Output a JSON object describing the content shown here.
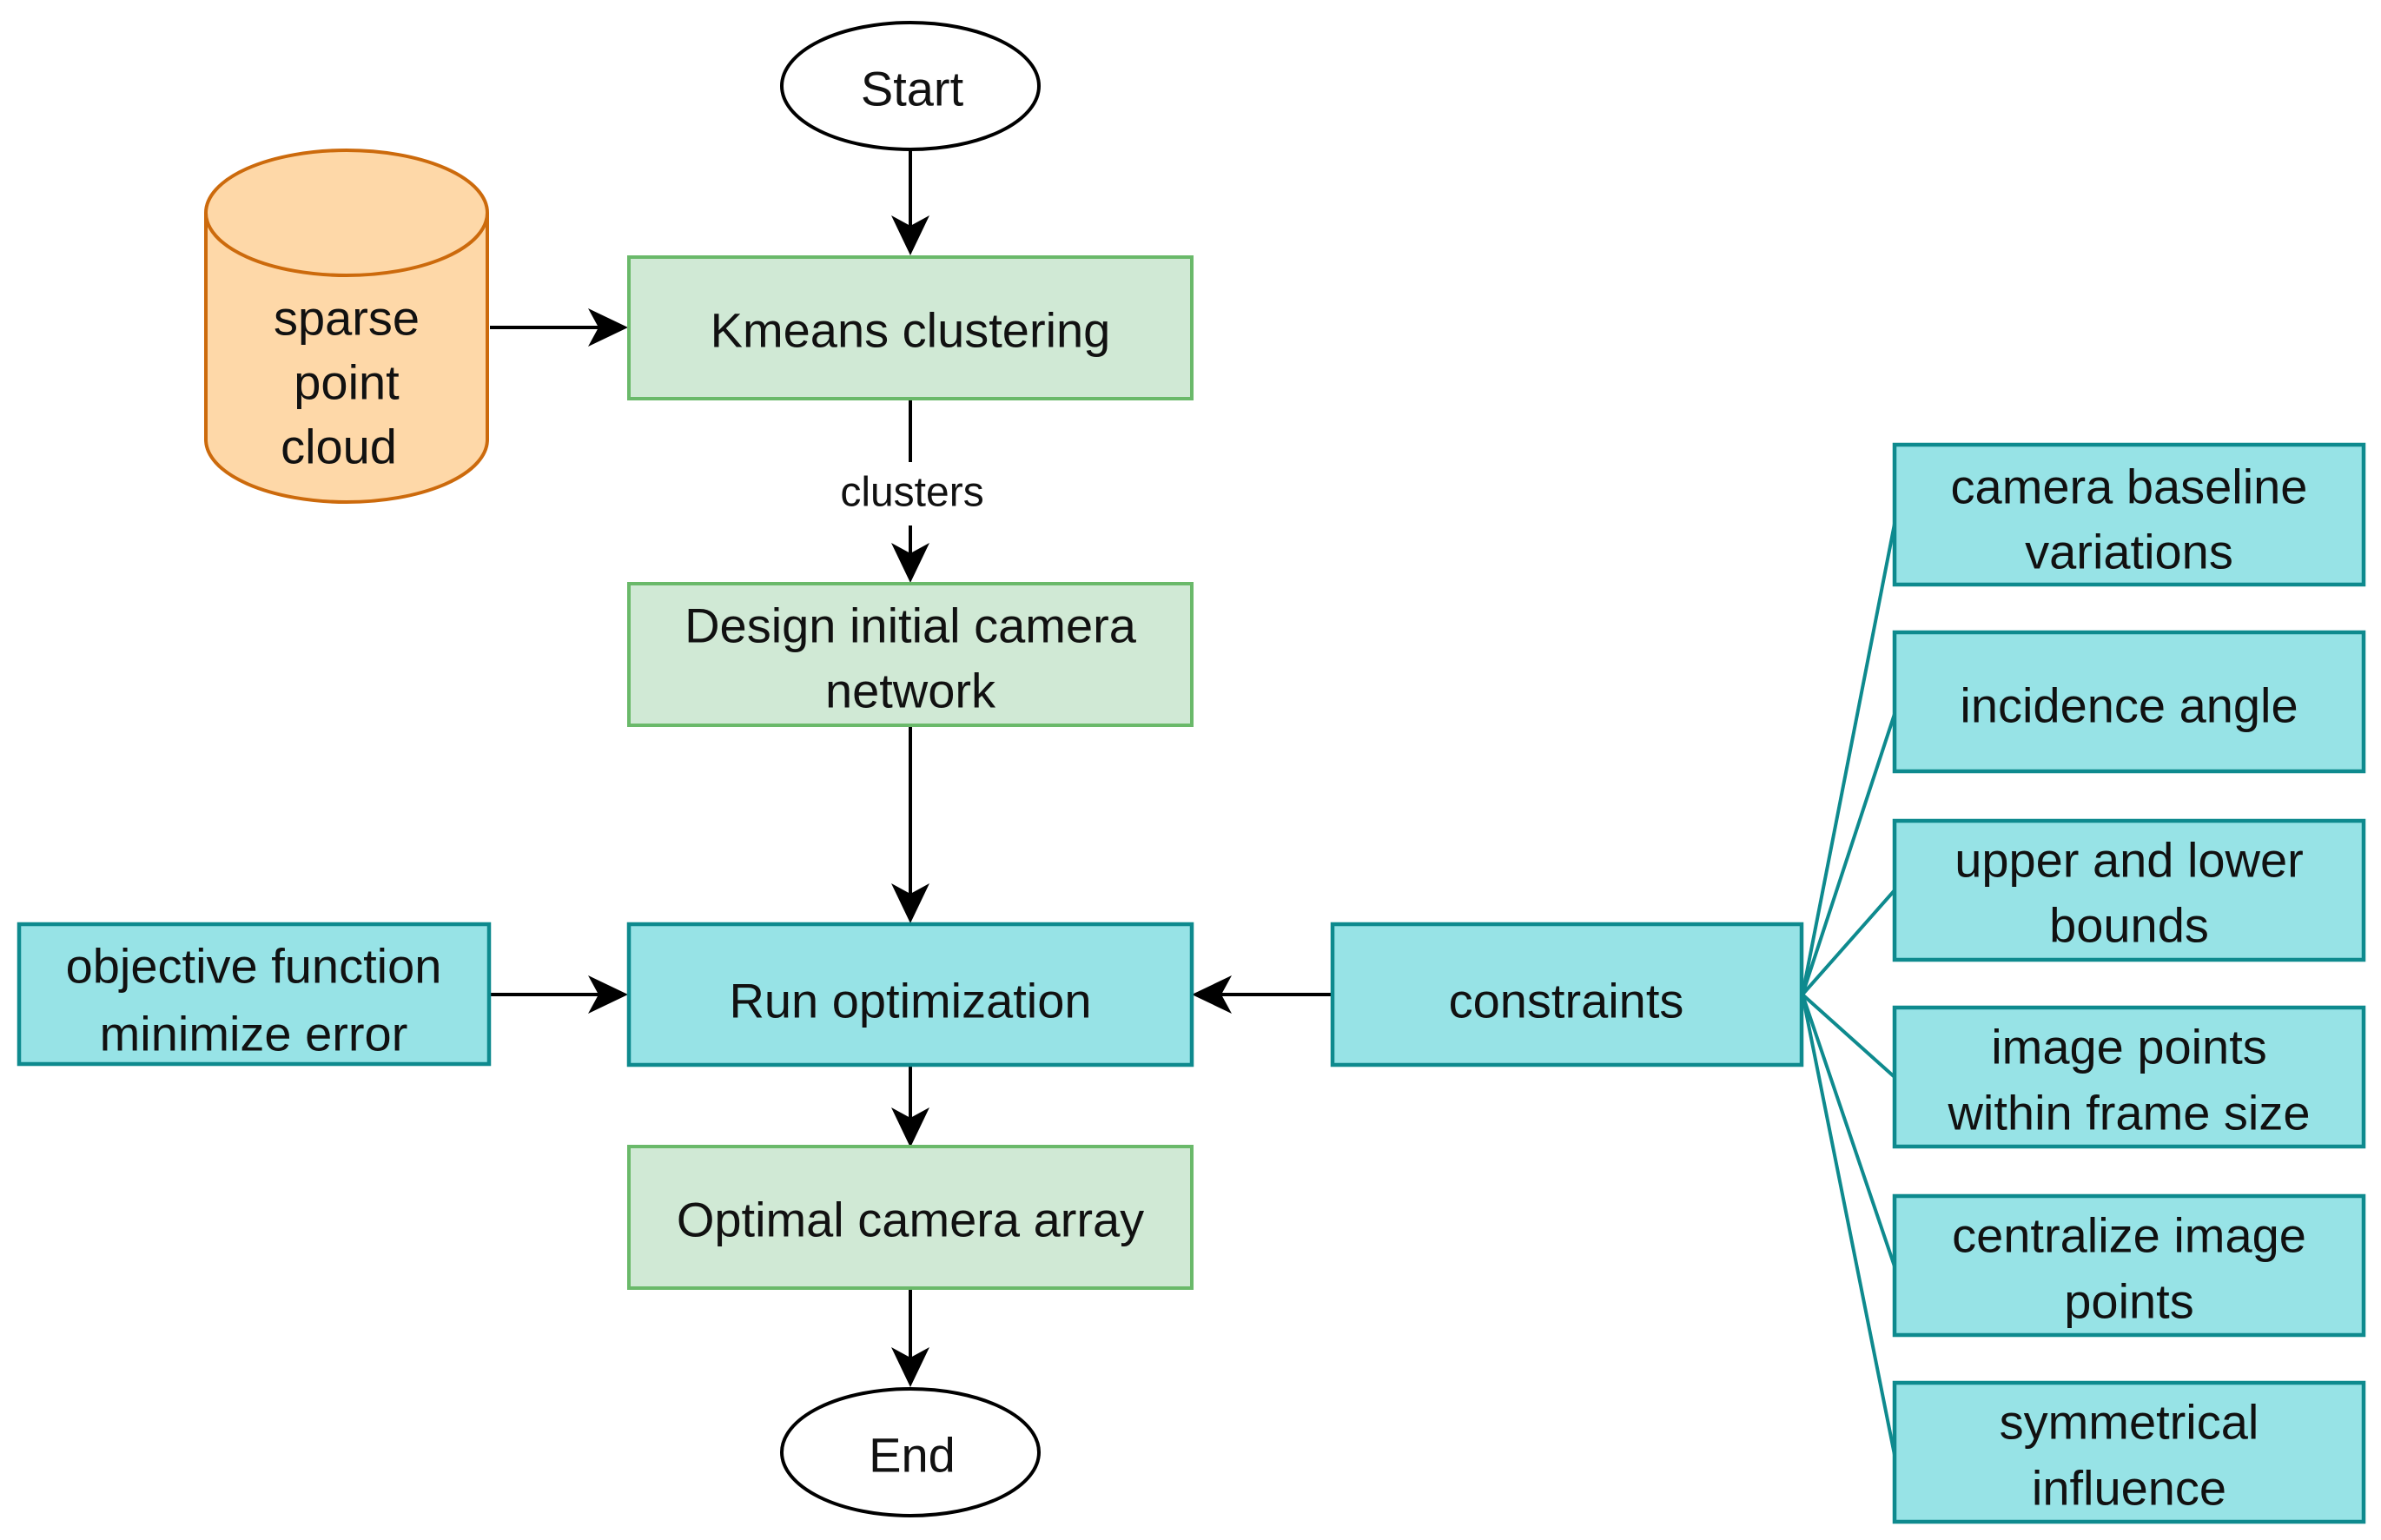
{
  "diagram": {
    "type": "flowchart",
    "nodes": {
      "start": {
        "label": [
          "Start"
        ],
        "shape": "ellipse"
      },
      "sparse_point_cloud": {
        "label": [
          "sparse",
          "point",
          "cloud"
        ],
        "shape": "cylinder"
      },
      "kmeans": {
        "label": [
          "Kmeans clustering"
        ],
        "shape": "process"
      },
      "design": {
        "label": [
          "Design initial camera",
          "network"
        ],
        "shape": "process"
      },
      "objective": {
        "label": [
          "objective function",
          "minimize error"
        ],
        "shape": "input"
      },
      "run_opt": {
        "label": [
          "Run optimization"
        ],
        "shape": "process"
      },
      "constraints": {
        "label": [
          "constraints"
        ],
        "shape": "input"
      },
      "optimal": {
        "label": [
          "Optimal camera array"
        ],
        "shape": "process"
      },
      "end": {
        "label": [
          "End"
        ],
        "shape": "ellipse"
      }
    },
    "constraint_items": [
      {
        "label": [
          "camera baseline",
          "variations"
        ]
      },
      {
        "label": [
          "incidence angle"
        ]
      },
      {
        "label": [
          "upper and lower",
          "bounds"
        ]
      },
      {
        "label": [
          "image points",
          "within frame size"
        ]
      },
      {
        "label": [
          "centralize image",
          "points"
        ]
      },
      {
        "label": [
          "symmetrical",
          "influence"
        ]
      }
    ],
    "edges": [
      {
        "from": "start",
        "to": "kmeans",
        "label": ""
      },
      {
        "from": "sparse_point_cloud",
        "to": "kmeans",
        "label": ""
      },
      {
        "from": "kmeans",
        "to": "design",
        "label": "clusters"
      },
      {
        "from": "design",
        "to": "run_opt",
        "label": ""
      },
      {
        "from": "objective",
        "to": "run_opt",
        "label": ""
      },
      {
        "from": "constraints",
        "to": "run_opt",
        "label": ""
      },
      {
        "from": "run_opt",
        "to": "optimal",
        "label": ""
      },
      {
        "from": "optimal",
        "to": "end",
        "label": ""
      }
    ],
    "colors": {
      "process_green_fill": "#d0e9d5",
      "process_green_stroke": "#6ab96a",
      "cyan_fill": "#97e3e6",
      "cyan_stroke": "#0e8a8e",
      "cylinder_fill": "#fed8a8",
      "cylinder_stroke": "#cc6a0c"
    }
  }
}
